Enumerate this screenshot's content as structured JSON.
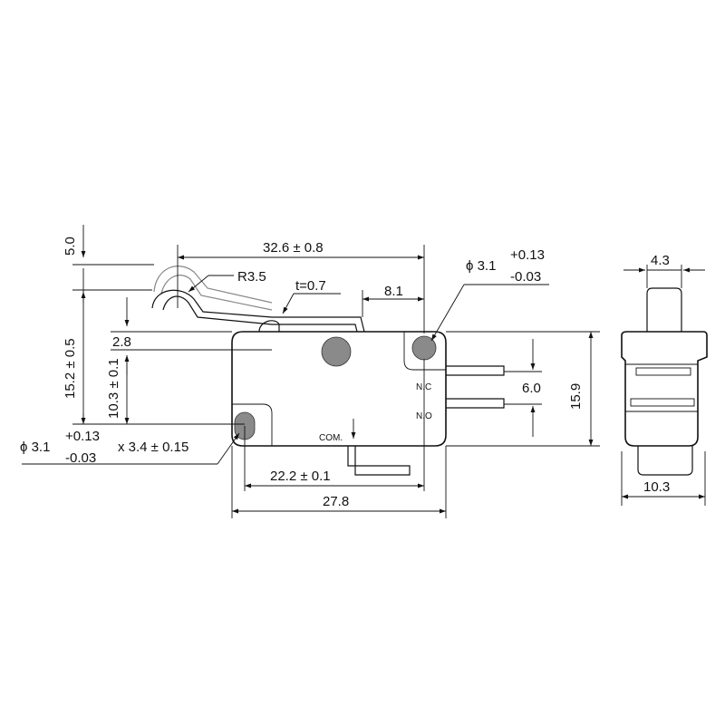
{
  "labels": {
    "overtravel": "5.0",
    "overall_length": "32.6 ± 0.8",
    "radius": "R3.5",
    "thickness": "t=0.7",
    "lever_offset": "8.1",
    "hole_top_dia": "ϕ 3.1",
    "hole_top_tol_plus": "+0.13",
    "hole_top_tol_minus": "-0.03",
    "lever_height": "15.2 ± 0.5",
    "step": "2.8",
    "hole_height": "10.3 ± 0.1",
    "terminal_pitch": "6.0",
    "body_height": "15.9",
    "nc": "N.C",
    "no": "N.O",
    "com": "COM.",
    "hole_bot_dia": "ϕ 3.1",
    "hole_bot_tol_plus": "+0.13",
    "hole_bot_tol_minus": "-0.03",
    "slot": "x 3.4 ± 0.15",
    "hole_spacing": "22.2 ± 0.1",
    "body_length": "27.8",
    "side_width_top": "4.3",
    "side_width_bottom": "10.3"
  }
}
